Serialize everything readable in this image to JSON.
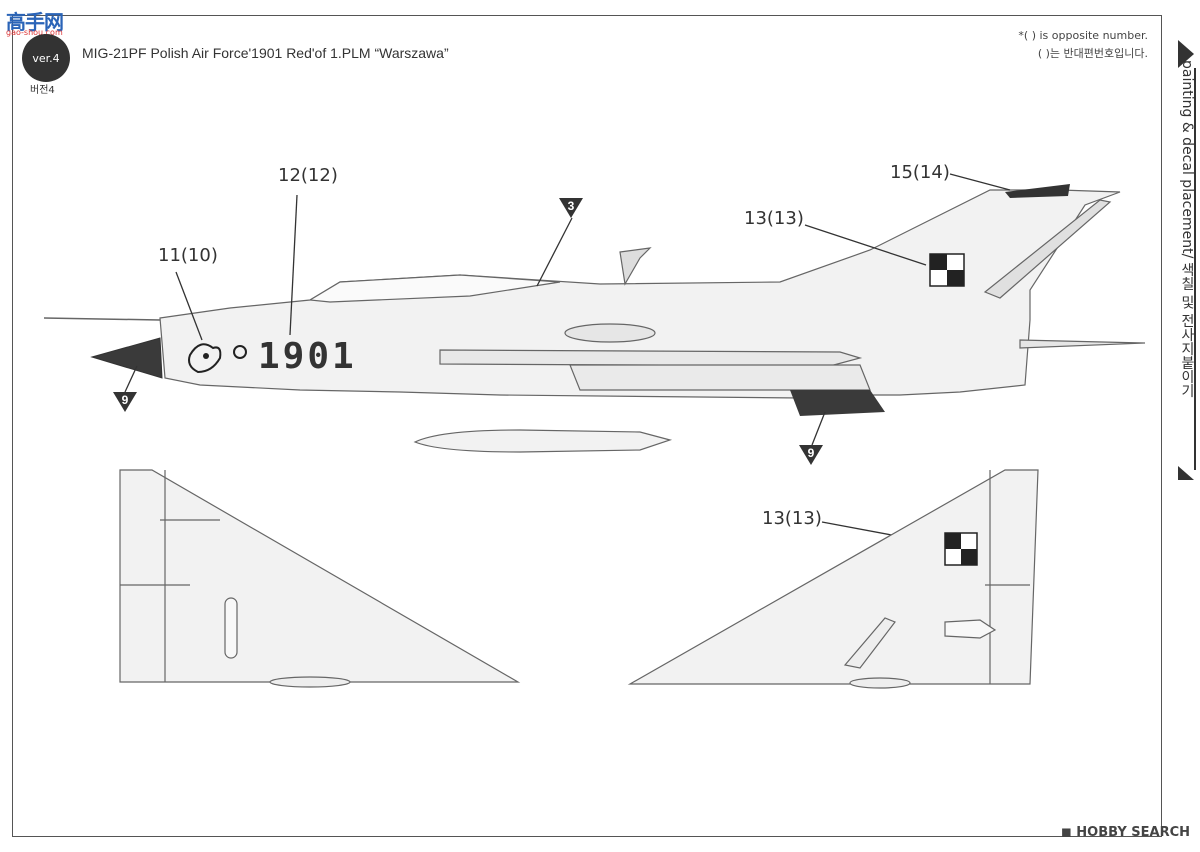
{
  "logo": {
    "main": "高手网",
    "sub": "gao-shou.com"
  },
  "badge": {
    "version": "ver.4",
    "korean": "버전4"
  },
  "title": "MIG-21PF Polish Air Force'1901 Red'of 1.PLM “Warszawa”",
  "notes": {
    "line1": "*(    ) is opposite number.",
    "line2": "(    )는 반대편번호입니다."
  },
  "side_tab": "painting & decal placement/ 색칠 및 전사지붙이기",
  "callouts": {
    "c1": "12(12)",
    "c2": "11(10)",
    "c3": "13(13)",
    "c4": "15(14)",
    "c5": "13(13)"
  },
  "triangles": {
    "t1": "3",
    "t2": "9",
    "t3": "9"
  },
  "tail_number": "1901",
  "watermark": "HOBBY SEARCH"
}
